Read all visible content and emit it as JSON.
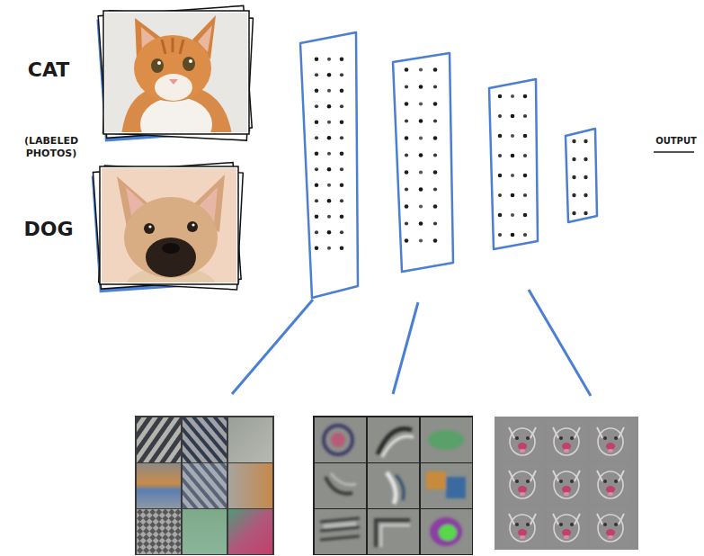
{
  "diagram": {
    "labels": [
      "CAT",
      "(LABELED PHOTOS)",
      "DOG",
      "OUTPUT"
    ]
  }
}
